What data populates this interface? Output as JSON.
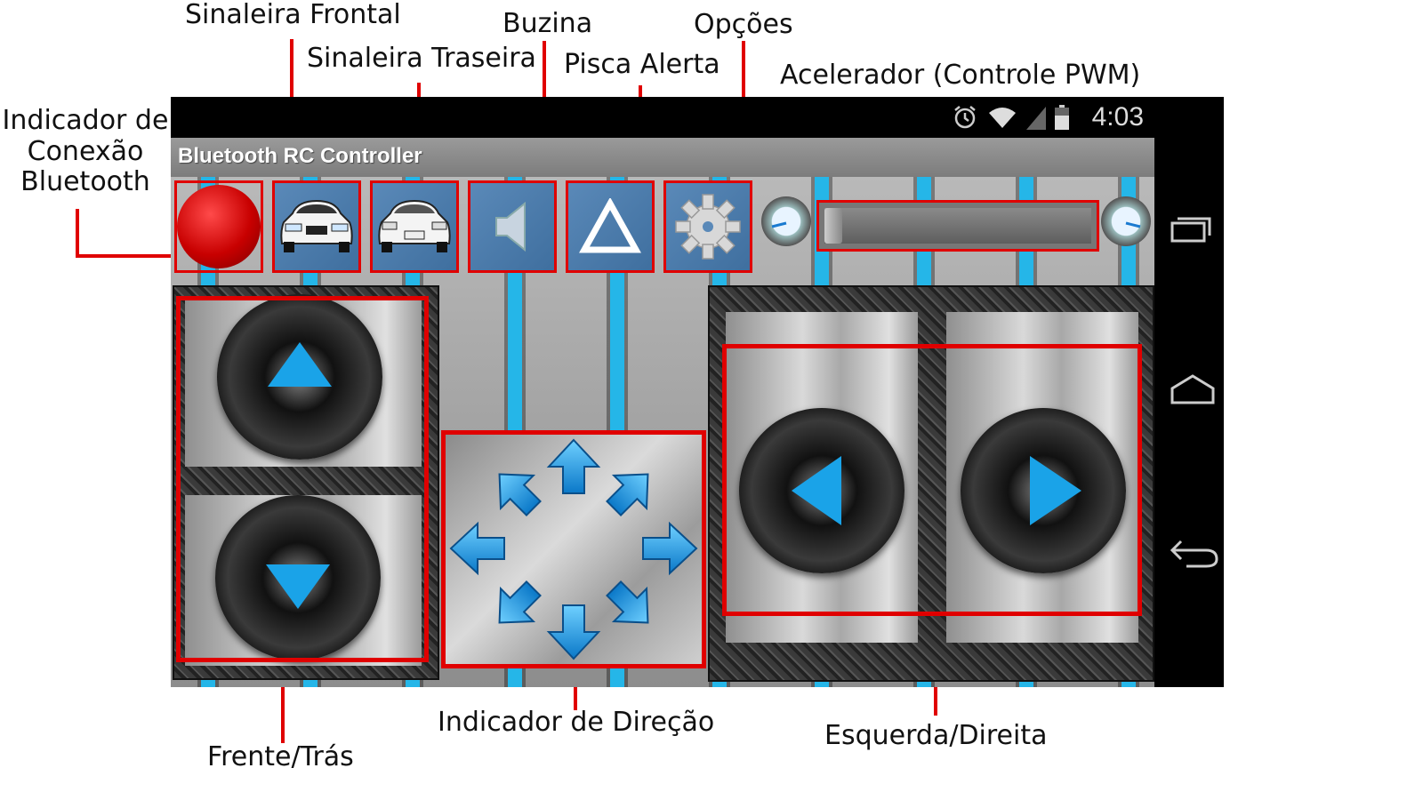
{
  "annotations": {
    "sinaleira_frontal": "Sinaleira Frontal",
    "sinaleira_traseira": "Sinaleira Traseira",
    "buzina": "Buzina",
    "pisca_alerta": "Pisca Alerta",
    "opcoes": "Opções",
    "acelerador": "Acelerador (Controle PWM)",
    "indicador_conexao_line1": "Indicador de",
    "indicador_conexao_line2": "Conexão",
    "indicador_conexao_line3": "Bluetooth",
    "frente_tras": "Frente/Trás",
    "indicador_direcao": "Indicador de Direção",
    "esquerda_direita": "Esquerda/Direita"
  },
  "status_bar": {
    "time": "4:03",
    "icons": [
      "alarm-icon",
      "wifi-icon",
      "signal-icon",
      "battery-icon"
    ]
  },
  "app": {
    "title": "Bluetooth RC Controller"
  },
  "top_buttons": [
    "bluetooth-indicator",
    "front-light-icon",
    "rear-light-icon",
    "horn-icon",
    "hazard-icon",
    "settings-icon"
  ],
  "accelerator": {
    "value": 0
  },
  "nav_icons": [
    "recent-apps-icon",
    "home-icon",
    "back-icon"
  ],
  "colors": {
    "accent_red": "#e00000",
    "arrow_blue": "#1aa3e8",
    "led_red": "#c80000"
  }
}
